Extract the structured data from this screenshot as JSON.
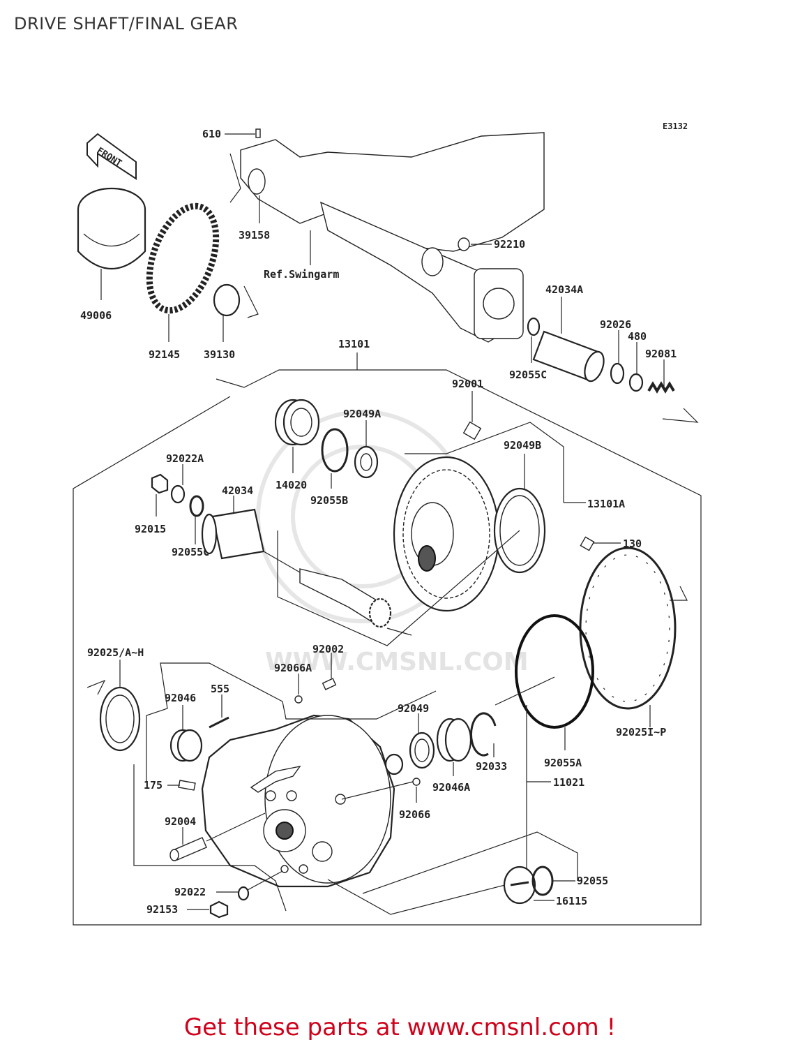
{
  "title": "DRIVE SHAFT/FINAL GEAR",
  "diagram_code": "E3132",
  "front_label": "FRONT",
  "watermark": "WWW.CMSNL.COM",
  "footer": "Get these parts at www.cmsnl.com !",
  "parts": {
    "p610": "610",
    "p39158": "39158",
    "ref_swingarm": "Ref.Swingarm",
    "p92210": "92210",
    "p49006": "49006",
    "p92145": "92145",
    "p39130": "39130",
    "p42034A": "42034A",
    "p92026": "92026",
    "p480": "480",
    "p92081": "92081",
    "p92055C_top": "92055C",
    "p13101": "13101",
    "p92001": "92001",
    "p92049A": "92049A",
    "p92049B": "92049B",
    "p92022A": "92022A",
    "p14020": "14020",
    "p92055B": "92055B",
    "p42034": "42034",
    "p13101A": "13101A",
    "p92015": "92015",
    "p92055C": "92055C",
    "p130": "130",
    "p92025AH": "92025/A~H",
    "p92002": "92002",
    "p92066A": "92066A",
    "p92046": "92046",
    "p555": "555",
    "p92049": "92049",
    "p92025IP": "92025I~P",
    "p175": "175",
    "p92033": "92033",
    "p92055A": "92055A",
    "p92046A": "92046A",
    "p11021": "11021",
    "p92004": "92004",
    "p92066": "92066",
    "p92055": "92055",
    "p92022": "92022",
    "p16115": "16115",
    "p92153": "92153"
  }
}
